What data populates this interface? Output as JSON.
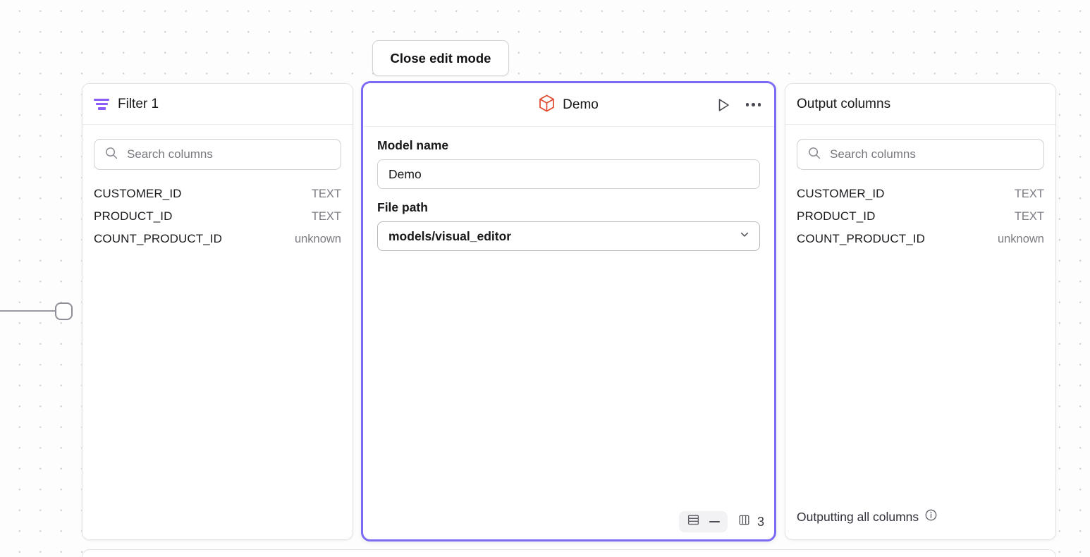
{
  "canvas": {
    "background_dot_color": "#d0d0d4",
    "accent_color": "#7c6bf5",
    "filter_icon_color": "#8b5cf6",
    "model_icon_color": "#e0492b"
  },
  "toolbar": {
    "close_edit_mode_label": "Close edit mode"
  },
  "filter_panel": {
    "icon": "filter-icon",
    "title": "Filter 1",
    "search": {
      "icon": "search-icon",
      "placeholder": "Search columns",
      "value": ""
    },
    "columns": [
      {
        "name": "CUSTOMER_ID",
        "type": "TEXT"
      },
      {
        "name": "PRODUCT_ID",
        "type": "TEXT"
      },
      {
        "name": "COUNT_PRODUCT_ID",
        "type": "unknown"
      }
    ]
  },
  "model_panel": {
    "icon": "cube-icon",
    "title": "Demo",
    "actions": {
      "run_icon": "play-icon",
      "more_icon": "ellipsis-icon"
    },
    "fields": {
      "model_name_label": "Model name",
      "model_name_value": "Demo",
      "file_path_label": "File path",
      "file_path_value": "models/visual_editor",
      "file_path_chevron": "chevron-down-icon"
    },
    "footer": {
      "rows_icon": "rows-icon",
      "rows_value": "—",
      "columns_icon": "columns-icon",
      "columns_value": "3"
    }
  },
  "output_panel": {
    "title": "Output columns",
    "search": {
      "icon": "search-icon",
      "placeholder": "Search columns",
      "value": ""
    },
    "columns": [
      {
        "name": "CUSTOMER_ID",
        "type": "TEXT"
      },
      {
        "name": "PRODUCT_ID",
        "type": "TEXT"
      },
      {
        "name": "COUNT_PRODUCT_ID",
        "type": "unknown"
      }
    ],
    "footer": {
      "text": "Outputting all columns",
      "info_icon": "info-icon"
    }
  }
}
